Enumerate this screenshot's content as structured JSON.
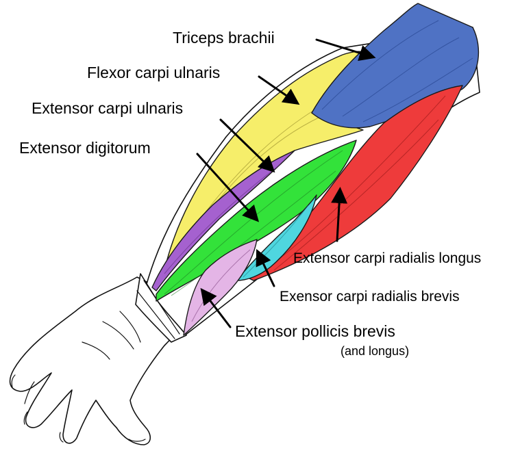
{
  "labels": {
    "triceps": "Triceps brachii",
    "flexor_carpi_ulnaris": "Flexor carpi ulnaris",
    "extensor_carpi_ulnaris": "Extensor carpi ulnaris",
    "extensor_digitorum": "Extensor digitorum",
    "ecr_longus": "Extensor carpi radialis longus",
    "ecr_brevis": "Exensor carpi radialis brevis",
    "epb": "Extensor pollicis brevis",
    "epb_sub": "(and longus)"
  },
  "colors": {
    "triceps": "#4f72c4",
    "flexor_carpi_ulnaris": "#f6ee6a",
    "extensor_carpi_ulnaris": "#a561cf",
    "extensor_digitorum": "#33e23a",
    "ecr_longus": "#ee3b3b",
    "ecr_brevis": "#4fd6df",
    "epb": "#e4b5e6"
  }
}
